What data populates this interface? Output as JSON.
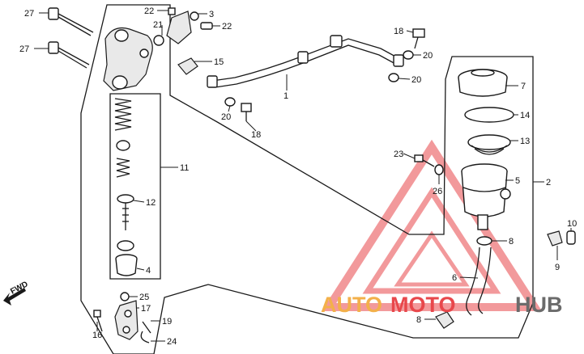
{
  "callouts": [
    "1",
    "3",
    "4",
    "5",
    "6",
    "7",
    "8",
    "9",
    "10",
    "11",
    "12",
    "13",
    "14",
    "15",
    "16",
    "17",
    "18",
    "19",
    "20",
    "21",
    "22",
    "23",
    "24",
    "25",
    "26",
    "27"
  ],
  "fwd_label": "FWD",
  "watermark": {
    "part1": "AUTO",
    "part2": "MOTO",
    "part3": "HUB"
  },
  "colors": {
    "line": "#1a1a1a",
    "watermark_red": "#e8474b",
    "watermark_orange": "#f3b04a",
    "watermark_grey": "#6b6b6b"
  }
}
